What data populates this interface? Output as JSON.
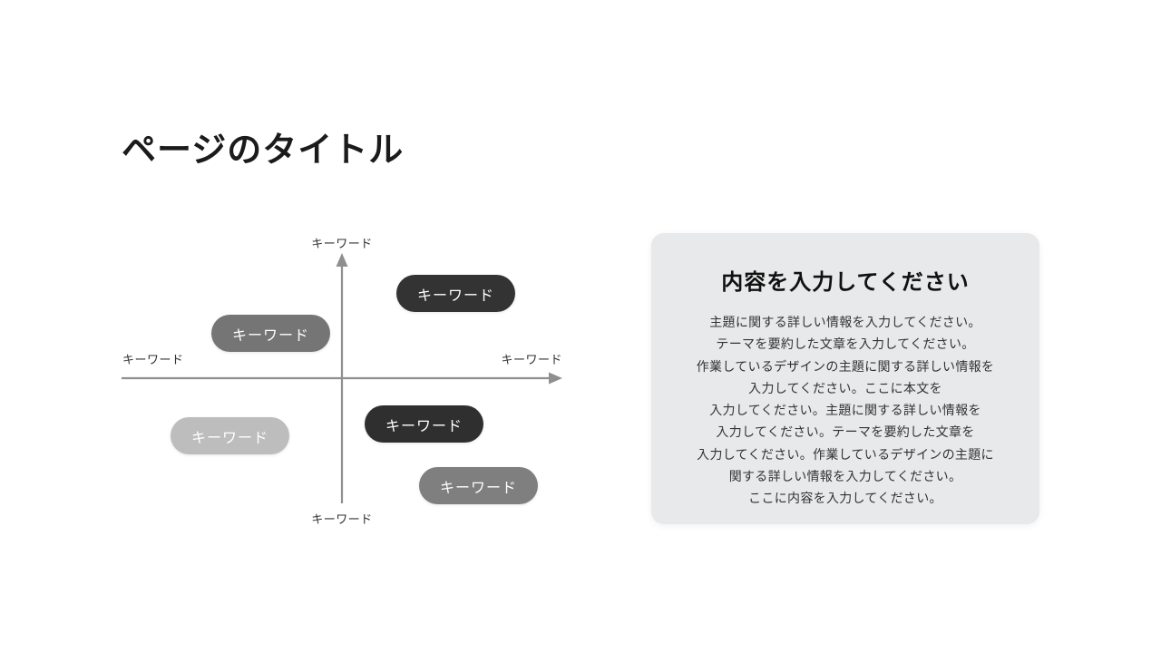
{
  "page_title": "ページのタイトル",
  "diagram": {
    "axis_color": "#8f8f8f",
    "labels": {
      "top": "キーワード",
      "bottom": "キーワード",
      "left": "キーワード",
      "right": "キーワード"
    },
    "pills": [
      {
        "label": "キーワード",
        "bg": "#333333"
      },
      {
        "label": "キーワード",
        "bg": "#757575"
      },
      {
        "label": "キーワード",
        "bg": "#bdbdbd"
      },
      {
        "label": "キーワード",
        "bg": "#2f2f2f"
      },
      {
        "label": "キーワード",
        "bg": "#7f7f7f"
      }
    ]
  },
  "content_panel": {
    "bg": "#e8e9ea",
    "heading": "内容を入力してください",
    "body_lines": [
      "主題に関する詳しい情報を入力してください。",
      "テーマを要約した文章を入力してください。",
      "作業しているデザインの主題に関する詳しい情報を",
      "入力してください。ここに本文を",
      "入力してください。主題に関する詳しい情報を",
      "入力してください。テーマを要約した文章を",
      "入力してください。作業しているデザインの主題に",
      "関する詳しい情報を入力してください。",
      "ここに内容を入力してください。"
    ]
  }
}
